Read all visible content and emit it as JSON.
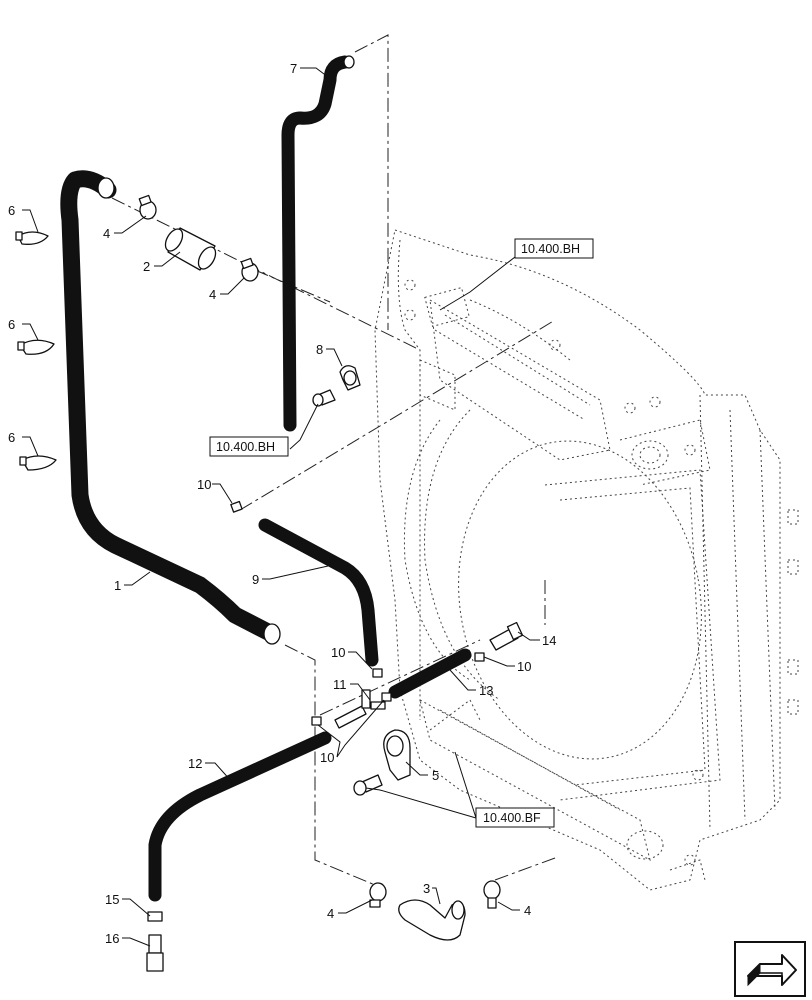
{
  "callouts": {
    "c1": "1",
    "c2": "2",
    "c3": "3",
    "c4a": "4",
    "c4b": "4",
    "c4c": "4",
    "c4d": "4",
    "c5": "5",
    "c6a": "6",
    "c6b": "6",
    "c6c": "6",
    "c7": "7",
    "c8": "8",
    "c9": "9",
    "c10a": "10",
    "c10b": "10",
    "c10c": "10",
    "c10d": "10",
    "c11": "11",
    "c12": "12",
    "c13": "13",
    "c14": "14",
    "c15": "15",
    "c16": "16"
  },
  "references": {
    "bh_top": "10.400.BH",
    "bh_mid": "10.400.BH",
    "bf": "10.400.BF"
  },
  "nav_icon": "next-page-arrow-icon"
}
